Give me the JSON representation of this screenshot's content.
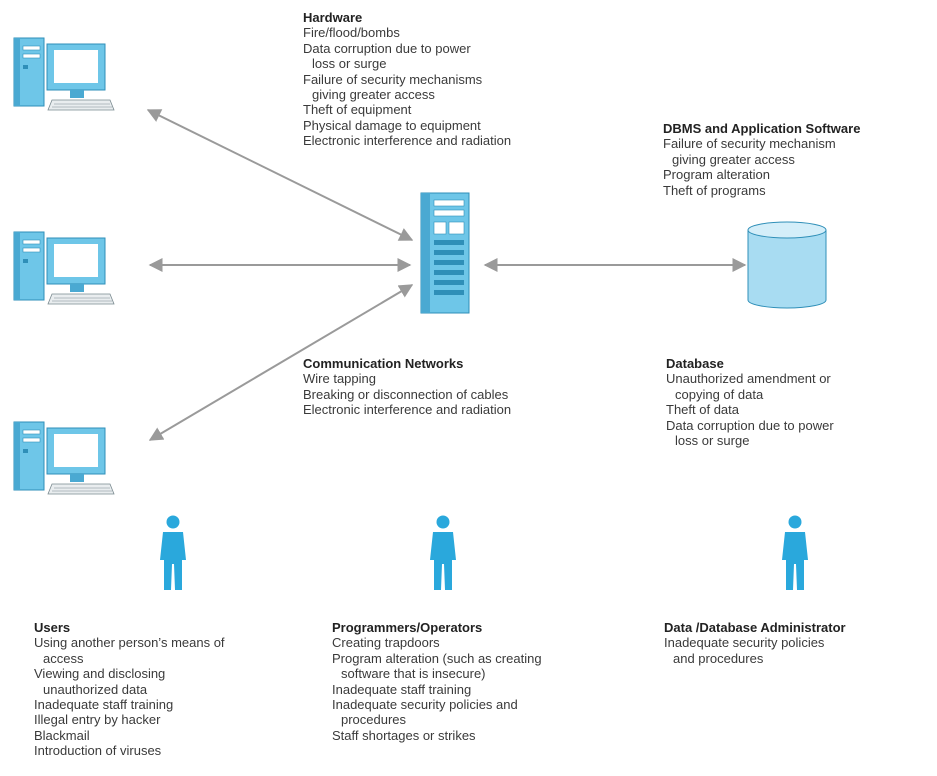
{
  "colors": {
    "equipment": "#6ec6e8",
    "equipment_dark": "#2f8fb8",
    "person": "#2aa8dc",
    "arrow": "#9a9a9a",
    "text": "#3a3a3a"
  },
  "icons": {
    "workstation": "desktop-computer-icon",
    "server": "server-tower-icon",
    "database": "database-cylinder-icon",
    "person": "person-silhouette-icon"
  },
  "blocks": {
    "hardware": {
      "heading": "Hardware",
      "lines": [
        {
          "text": "Fire/flood/bombs",
          "indent": false
        },
        {
          "text": "Data corruption due to power",
          "indent": false
        },
        {
          "text": "loss or surge",
          "indent": true
        },
        {
          "text": "Failure of security mechanisms",
          "indent": false
        },
        {
          "text": "giving greater access",
          "indent": true
        },
        {
          "text": "Theft of equipment",
          "indent": false
        },
        {
          "text": "Physical damage to equipment",
          "indent": false
        },
        {
          "text": "Electronic interference and radiation",
          "indent": false
        }
      ]
    },
    "dbms": {
      "heading": "DBMS and Application Software",
      "lines": [
        {
          "text": "Failure of security mechanism",
          "indent": false
        },
        {
          "text": "giving greater access",
          "indent": true
        },
        {
          "text": "Program alteration",
          "indent": false
        },
        {
          "text": "Theft of programs",
          "indent": false
        }
      ]
    },
    "network": {
      "heading": "Communication Networks",
      "lines": [
        {
          "text": "Wire tapping",
          "indent": false
        },
        {
          "text": "Breaking or disconnection of cables",
          "indent": false
        },
        {
          "text": "Electronic interference and radiation",
          "indent": false
        }
      ]
    },
    "database": {
      "heading": "Database",
      "lines": [
        {
          "text": "Unauthorized amendment or",
          "indent": false
        },
        {
          "text": "copying of data",
          "indent": true
        },
        {
          "text": "Theft of data",
          "indent": false
        },
        {
          "text": "Data corruption due to power",
          "indent": false
        },
        {
          "text": "loss or surge",
          "indent": true
        }
      ]
    },
    "users": {
      "heading": "Users",
      "lines": [
        {
          "text": "Using another person’s means of",
          "indent": false
        },
        {
          "text": "access",
          "indent": true
        },
        {
          "text": "Viewing and disclosing",
          "indent": false
        },
        {
          "text": "unauthorized data",
          "indent": true
        },
        {
          "text": "Inadequate staff training",
          "indent": false
        },
        {
          "text": "Illegal entry by hacker",
          "indent": false
        },
        {
          "text": "Blackmail",
          "indent": false
        },
        {
          "text": "Introduction of viruses",
          "indent": false
        }
      ]
    },
    "programmers": {
      "heading": "Programmers/Operators",
      "lines": [
        {
          "text": "Creating trapdoors",
          "indent": false
        },
        {
          "text": "Program alteration (such as creating",
          "indent": false
        },
        {
          "text": "software that is insecure)",
          "indent": true
        },
        {
          "text": "Inadequate staff training",
          "indent": false
        },
        {
          "text": "Inadequate security policies and",
          "indent": false
        },
        {
          "text": "procedures",
          "indent": true
        },
        {
          "text": "Staff shortages or strikes",
          "indent": false
        }
      ]
    },
    "admin": {
      "heading": "Data /Database Administrator",
      "lines": [
        {
          "text": "Inadequate security policies",
          "indent": false
        },
        {
          "text": "and procedures",
          "indent": true
        }
      ]
    }
  }
}
